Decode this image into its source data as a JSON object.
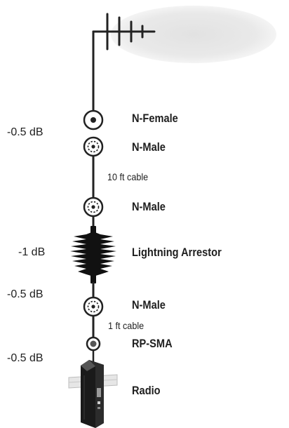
{
  "components": {
    "n_female": "N-Female",
    "n_male_1": "N-Male",
    "n_male_2": "N-Male",
    "arrestor": "Lightning Arrestor",
    "n_male_3": "N-Male",
    "rp_sma": "RP-SMA",
    "radio": "Radio"
  },
  "cables": {
    "cable_10ft": "10 ft cable",
    "cable_1ft": "1 ft cable"
  },
  "losses": {
    "loss_connector_top": "-0.5 dB",
    "loss_arrestor": "-1 dB",
    "loss_connector_mid": "-0.5 dB",
    "loss_connector_bottom": "-0.5 dB"
  },
  "colors": {
    "line": "#222222",
    "coverage": "#e6e6e6",
    "text": "#1e1e1e"
  },
  "icons": [
    "antenna-icon",
    "coverage-lobe",
    "n-female-connector-icon",
    "n-male-connector-icon",
    "lightning-arrestor-icon",
    "rp-sma-connector-icon",
    "radio-device-icon"
  ]
}
